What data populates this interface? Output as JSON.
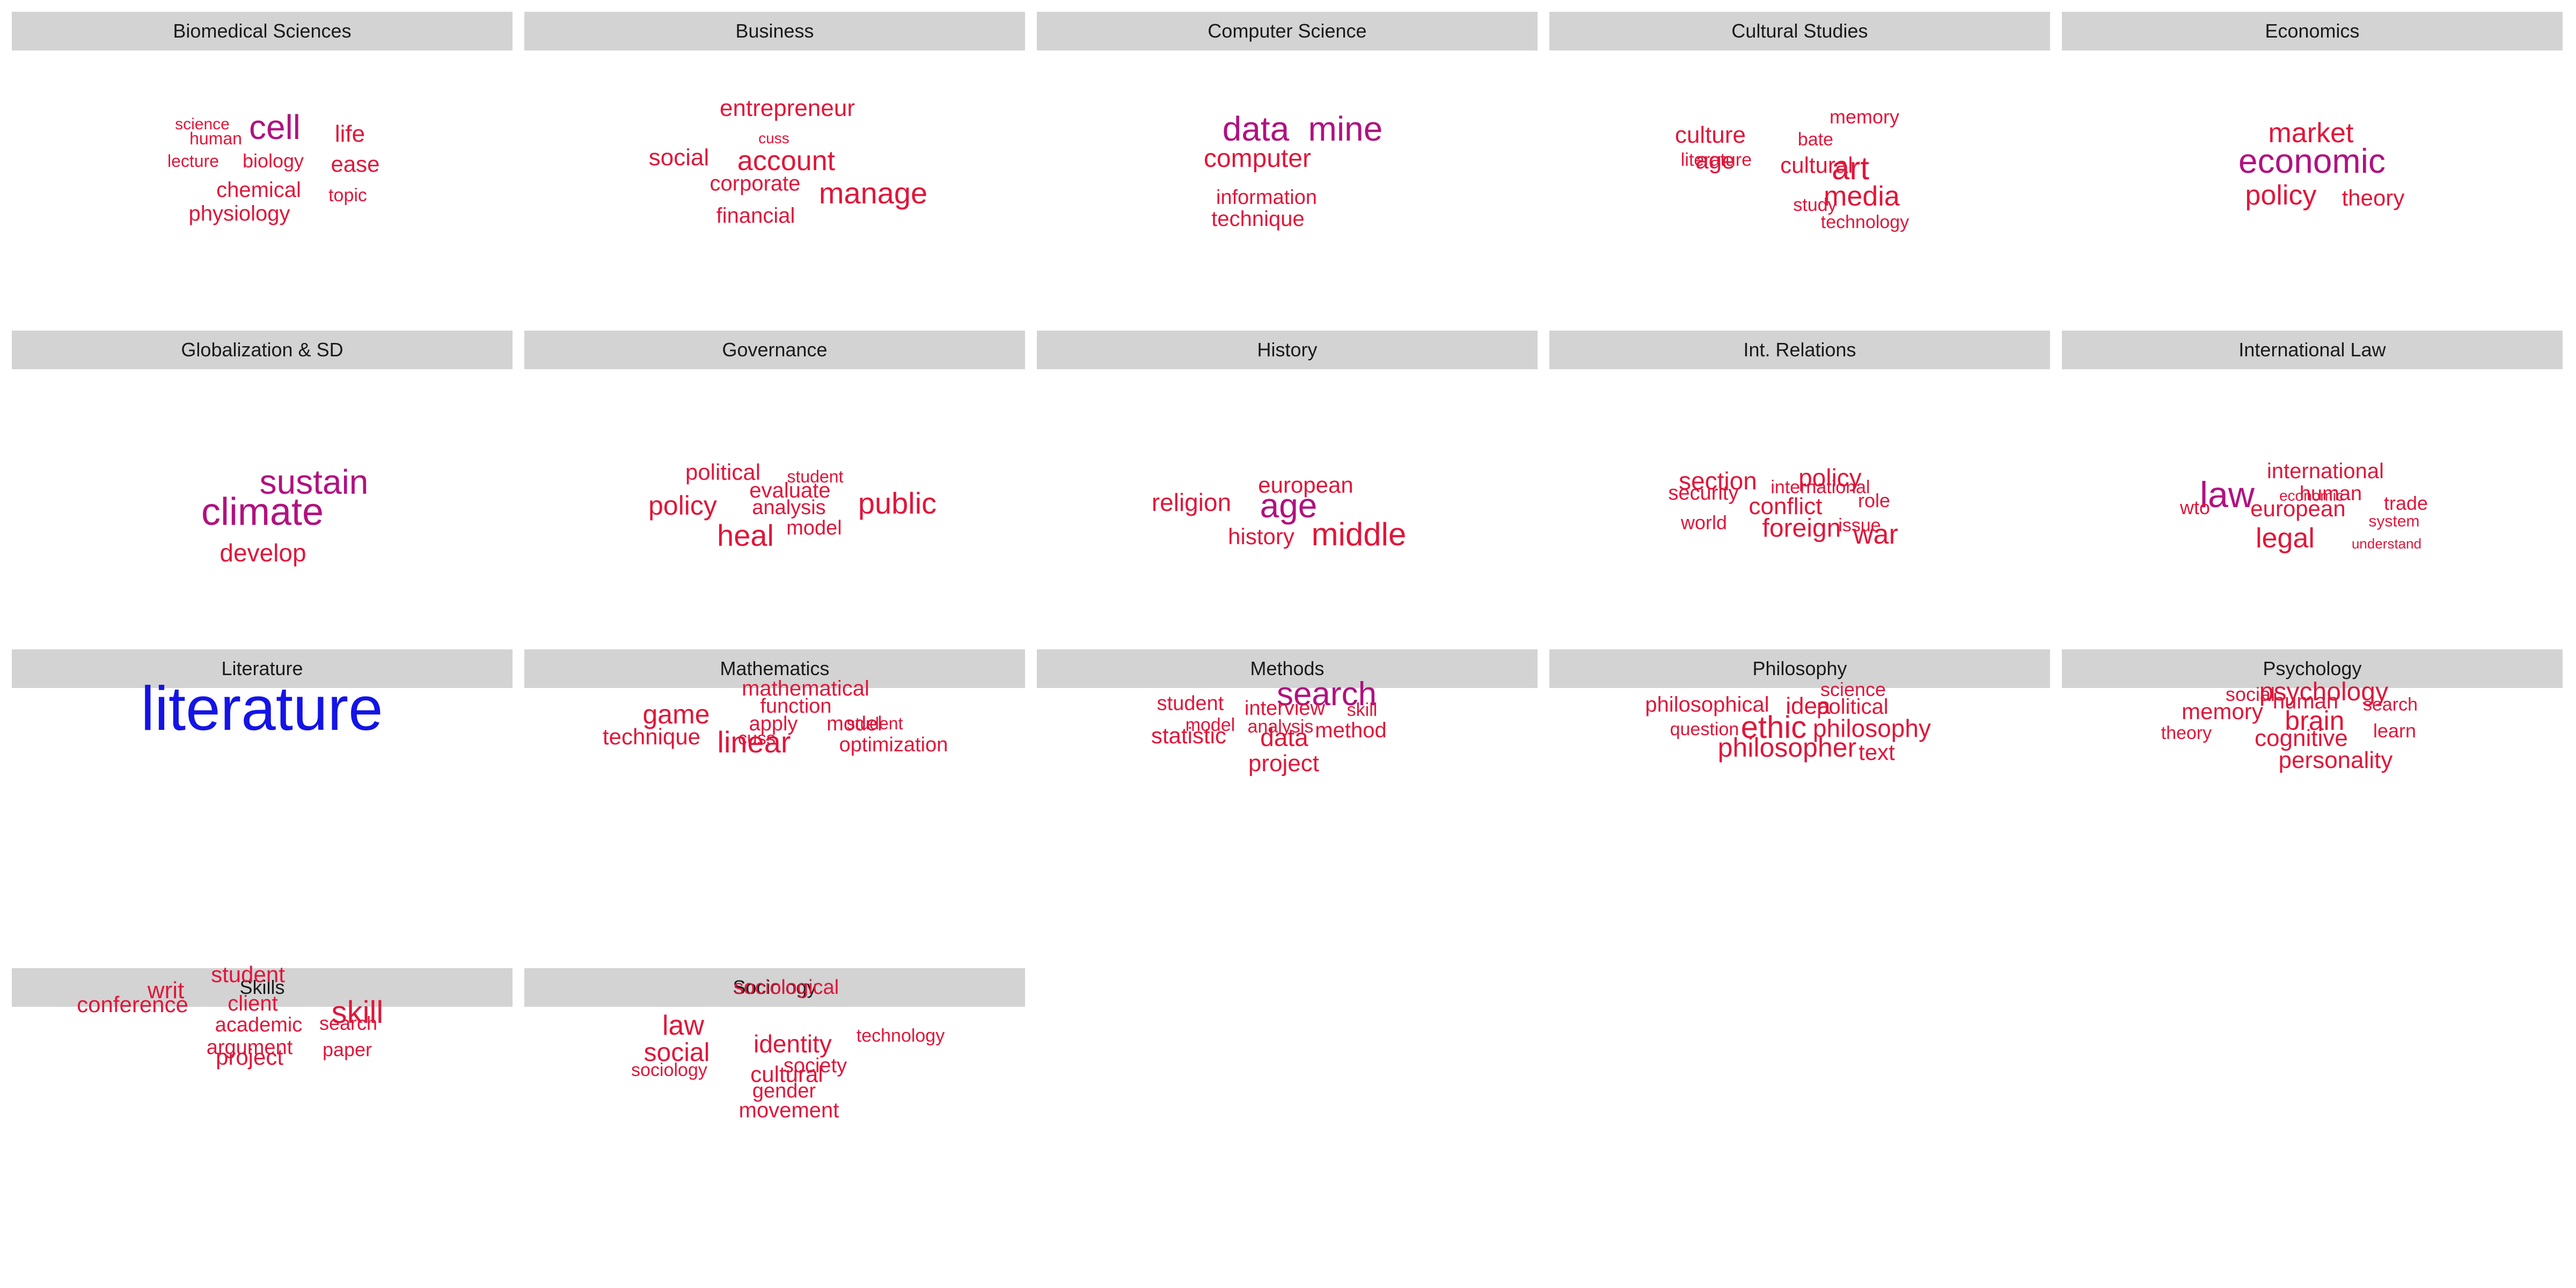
{
  "chart_data": {
    "type": "wordcloud",
    "colors": {
      "strip_bg": "#d3d3d3",
      "strip_text": "#1a1a1a",
      "low": "#e0163a",
      "mid": "#b0127f",
      "high": "#1414e6"
    },
    "panels": [
      {
        "title": "Biomedical Sciences",
        "words": [
          {
            "text": "cell",
            "size": 1.6
          },
          {
            "text": "life",
            "size": 1.1
          },
          {
            "text": "ease",
            "size": 1.05
          },
          {
            "text": "chemical",
            "size": 1.0
          },
          {
            "text": "physiology",
            "size": 1.0
          },
          {
            "text": "biology",
            "size": 0.9
          },
          {
            "text": "human",
            "size": 0.8
          },
          {
            "text": "science",
            "size": 0.75
          },
          {
            "text": "lecture",
            "size": 0.8
          },
          {
            "text": "topic",
            "size": 0.85
          }
        ]
      },
      {
        "title": "Business",
        "words": [
          {
            "text": "manage",
            "size": 1.4
          },
          {
            "text": "account",
            "size": 1.3
          },
          {
            "text": "entrepreneur",
            "size": 1.1
          },
          {
            "text": "social",
            "size": 1.1
          },
          {
            "text": "corporate",
            "size": 1.0
          },
          {
            "text": "financial",
            "size": 1.0
          },
          {
            "text": "cuss",
            "size": 0.7
          }
        ]
      },
      {
        "title": "Computer Science",
        "words": [
          {
            "text": "data",
            "size": 1.6
          },
          {
            "text": "mine",
            "size": 1.6
          },
          {
            "text": "computer",
            "size": 1.2
          },
          {
            "text": "information",
            "size": 0.95
          },
          {
            "text": "technique",
            "size": 1.0
          }
        ]
      },
      {
        "title": "Cultural Studies",
        "words": [
          {
            "text": "art",
            "size": 1.5
          },
          {
            "text": "media",
            "size": 1.3
          },
          {
            "text": "culture",
            "size": 1.1
          },
          {
            "text": "age",
            "size": 1.1
          },
          {
            "text": "cultural",
            "size": 1.05
          },
          {
            "text": "memory",
            "size": 0.9
          },
          {
            "text": "bate",
            "size": 0.85
          },
          {
            "text": "literature",
            "size": 0.85
          },
          {
            "text": "study",
            "size": 0.85
          },
          {
            "text": "technology",
            "size": 0.85
          }
        ]
      },
      {
        "title": "Economics",
        "words": [
          {
            "text": "economic",
            "size": 1.6
          },
          {
            "text": "market",
            "size": 1.3
          },
          {
            "text": "policy",
            "size": 1.3
          },
          {
            "text": "theory",
            "size": 1.05
          }
        ]
      },
      {
        "title": "Globalization & SD",
        "words": [
          {
            "text": "climate",
            "size": 1.8
          },
          {
            "text": "sustain",
            "size": 1.6
          },
          {
            "text": "develop",
            "size": 1.15
          }
        ]
      },
      {
        "title": "Governance",
        "words": [
          {
            "text": "public",
            "size": 1.4
          },
          {
            "text": "heal",
            "size": 1.4
          },
          {
            "text": "policy",
            "size": 1.25
          },
          {
            "text": "political",
            "size": 1.05
          },
          {
            "text": "evaluate",
            "size": 1.0
          },
          {
            "text": "analysis",
            "size": 0.95
          },
          {
            "text": "model",
            "size": 0.95
          },
          {
            "text": "student",
            "size": 0.8
          }
        ]
      },
      {
        "title": "History",
        "words": [
          {
            "text": "age",
            "size": 1.6
          },
          {
            "text": "middle",
            "size": 1.5
          },
          {
            "text": "religion",
            "size": 1.15
          },
          {
            "text": "european",
            "size": 1.05
          },
          {
            "text": "history",
            "size": 1.05
          }
        ]
      },
      {
        "title": "Int. Relations",
        "words": [
          {
            "text": "war",
            "size": 1.3
          },
          {
            "text": "foreign",
            "size": 1.2
          },
          {
            "text": "section",
            "size": 1.15
          },
          {
            "text": "policy",
            "size": 1.15
          },
          {
            "text": "conflict",
            "size": 1.1
          },
          {
            "text": "security",
            "size": 0.95
          },
          {
            "text": "international",
            "size": 0.85
          },
          {
            "text": "role",
            "size": 0.9
          },
          {
            "text": "world",
            "size": 0.9
          },
          {
            "text": "issue",
            "size": 0.85
          }
        ]
      },
      {
        "title": "International Law",
        "words": [
          {
            "text": "law",
            "size": 1.7
          },
          {
            "text": "legal",
            "size": 1.3
          },
          {
            "text": "european",
            "size": 1.05
          },
          {
            "text": "international",
            "size": 1.0
          },
          {
            "text": "human",
            "size": 0.95
          },
          {
            "text": "trade",
            "size": 0.9
          },
          {
            "text": "wto",
            "size": 0.9
          },
          {
            "text": "economic",
            "size": 0.7
          },
          {
            "text": "system",
            "size": 0.75
          },
          {
            "text": "understand",
            "size": 0.65
          }
        ]
      },
      {
        "title": "Literature",
        "words": [
          {
            "text": "literature",
            "size": 2.9
          }
        ]
      },
      {
        "title": "Mathematics",
        "words": [
          {
            "text": "linear",
            "size": 1.4
          },
          {
            "text": "game",
            "size": 1.25
          },
          {
            "text": "technique",
            "size": 1.05
          },
          {
            "text": "mathematical",
            "size": 1.0
          },
          {
            "text": "function",
            "size": 0.95
          },
          {
            "text": "apply",
            "size": 0.95
          },
          {
            "text": "model",
            "size": 0.95
          },
          {
            "text": "optimization",
            "size": 0.95
          },
          {
            "text": "cuss",
            "size": 0.85
          },
          {
            "text": "student",
            "size": 0.8
          }
        ]
      },
      {
        "title": "Methods",
        "words": [
          {
            "text": "search",
            "size": 1.55
          },
          {
            "text": "data",
            "size": 1.15
          },
          {
            "text": "project",
            "size": 1.1
          },
          {
            "text": "statistic",
            "size": 1.05
          },
          {
            "text": "method",
            "size": 1.0
          },
          {
            "text": "interview",
            "size": 0.95
          },
          {
            "text": "student",
            "size": 0.95
          },
          {
            "text": "analysis",
            "size": 0.85
          },
          {
            "text": "model",
            "size": 0.85
          },
          {
            "text": "skill",
            "size": 0.85
          }
        ]
      },
      {
        "title": "Philosophy",
        "words": [
          {
            "text": "ethic",
            "size": 1.45
          },
          {
            "text": "philosopher",
            "size": 1.25
          },
          {
            "text": "philosophy",
            "size": 1.15
          },
          {
            "text": "idea",
            "size": 1.1
          },
          {
            "text": "text",
            "size": 1.05
          },
          {
            "text": "philosophical",
            "size": 1.0
          },
          {
            "text": "political",
            "size": 1.0
          },
          {
            "text": "science",
            "size": 0.9
          },
          {
            "text": "question",
            "size": 0.85
          }
        ]
      },
      {
        "title": "Psychology",
        "words": [
          {
            "text": "psychology",
            "size": 1.2
          },
          {
            "text": "brain",
            "size": 1.25
          },
          {
            "text": "cognitive",
            "size": 1.1
          },
          {
            "text": "personality",
            "size": 1.1
          },
          {
            "text": "memory",
            "size": 1.05
          },
          {
            "text": "human",
            "size": 1.0
          },
          {
            "text": "social",
            "size": 0.9
          },
          {
            "text": "search",
            "size": 0.85
          },
          {
            "text": "learn",
            "size": 0.9
          },
          {
            "text": "theory",
            "size": 0.85
          }
        ]
      },
      {
        "title": "Skills",
        "words": [
          {
            "text": "skill",
            "size": 1.45
          },
          {
            "text": "writ",
            "size": 1.1
          },
          {
            "text": "student",
            "size": 1.05
          },
          {
            "text": "conference",
            "size": 1.05
          },
          {
            "text": "client",
            "size": 1.0
          },
          {
            "text": "project",
            "size": 1.05
          },
          {
            "text": "academic",
            "size": 0.95
          },
          {
            "text": "argument",
            "size": 0.95
          },
          {
            "text": "search",
            "size": 0.9
          },
          {
            "text": "paper",
            "size": 0.9
          }
        ]
      },
      {
        "title": "Sociology",
        "words": [
          {
            "text": "law",
            "size": 1.3
          },
          {
            "text": "social",
            "size": 1.2
          },
          {
            "text": "identity",
            "size": 1.15
          },
          {
            "text": "cultural",
            "size": 1.05
          },
          {
            "text": "movement",
            "size": 1.0
          },
          {
            "text": "sociological",
            "size": 0.95
          },
          {
            "text": "gender",
            "size": 0.95
          },
          {
            "text": "society",
            "size": 0.95
          },
          {
            "text": "technology",
            "size": 0.85
          },
          {
            "text": "sociology",
            "size": 0.85
          }
        ]
      }
    ]
  }
}
